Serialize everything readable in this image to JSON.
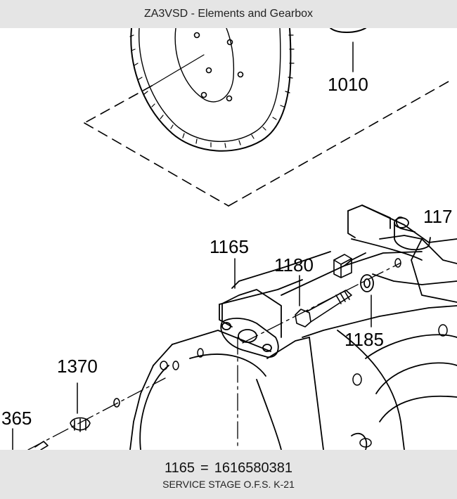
{
  "header": {
    "title": "ZA3VSD - Elements and Gearbox"
  },
  "diagram": {
    "callouts": {
      "c1010": "1010",
      "c117": "117",
      "c1165": "1165",
      "c1180": "1180",
      "c1185": "1185",
      "c1370": "1370",
      "c365": "365"
    }
  },
  "footer": {
    "part_ref": "1165",
    "equals": "=",
    "part_number": "1616580381",
    "service_stage": "SERVICE STAGE O.F.S. K-21"
  }
}
